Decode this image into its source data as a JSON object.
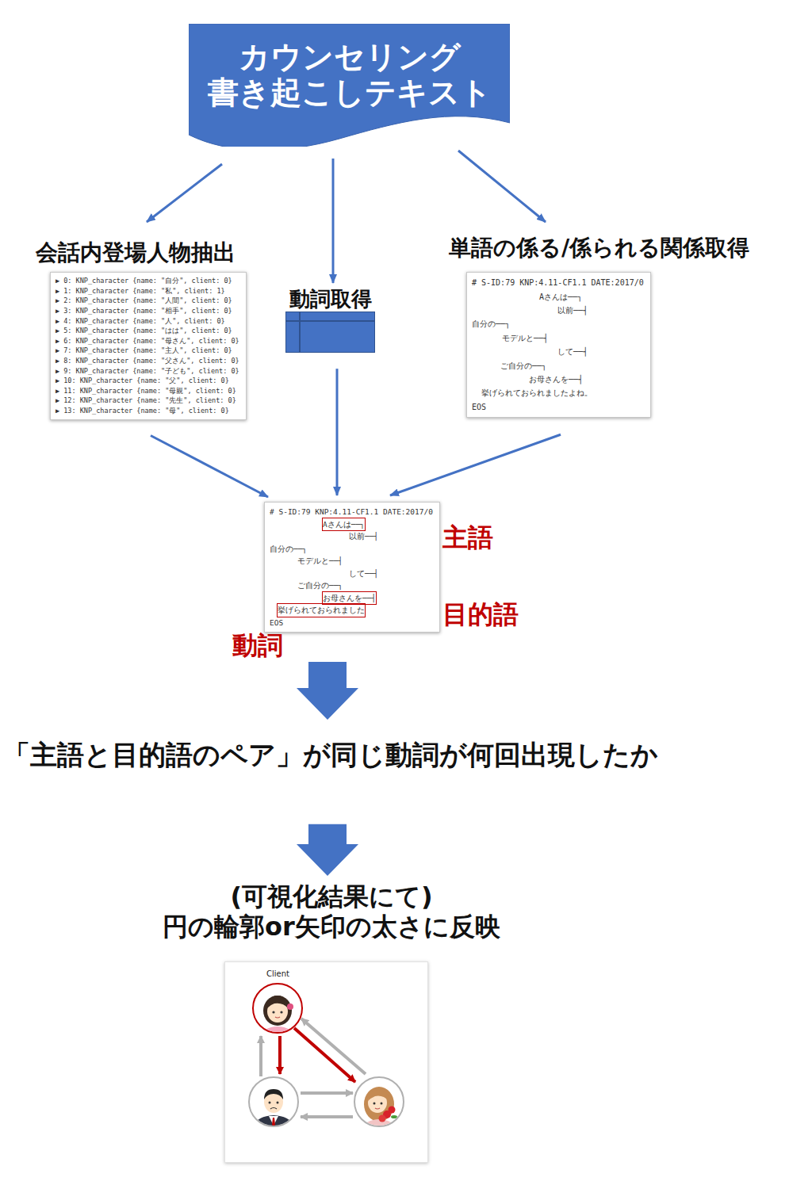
{
  "diagram": {
    "nodes": [
      {
        "text": [
          "カウンセリング 書き起こしテキスト"
        ]
      },
      {
        "text": [
          "会話内登場人物抽出",
          "▶ 0: KNP_character {name: \"自分\", client: 0}",
          "▶ 1: KNP_character {name: \"私\", client: 1}",
          "▶ 2: KNP_character {name: \"人間\", client: 0}",
          "▶ 3: KNP_character {name: \"相手\", client: 0}",
          "▶ 4: KNP_character {name: \"人\", client: 0}",
          "▶ 5: KNP_character {name: \"はは\", client: 0}",
          "▶ 6: KNP_character {name: \"母さん\", client: 0}",
          "▶ 7: KNP_character {name: \"主人\", client: 0}",
          "▶ 8: KNP_character {name: \"父さん\", client: 0}",
          "▶ 9: KNP_character {name: \"子ども\", client: 0}",
          "▶ 10: KNP_character {name: \"父\", client: 0}",
          "▶ 11: KNP_character {name: \"母親\", client: 0}",
          "▶ 12: KNP_character {name: \"先生\", client: 0}",
          "▶ 13: KNP_character {name: \"母\", client: 0}"
        ]
      },
      {
        "text": [
          "動詞取得"
        ]
      },
      {
        "text": [
          "単語の係る/係られる関係取得",
          "# S-ID:79 KNP:4.11-CF1.1 DATE:2017/0",
          "Aさんは──┐",
          "以前──┤",
          "自分の──┐",
          "モデルと──┤",
          "して──┤",
          "ご自分の──┐",
          "お母さんを──┤",
          "挙げられておられましたよね。",
          "EOS"
        ]
      },
      {
        "text": [
          "# S-ID:79 KNP:4.11-CF1.1 DATE:2017/0",
          "Aさんは──┐",
          "以前──┤",
          "自分の──┐",
          "モデルと──┤",
          "して──┤",
          "ご自分の──┐",
          "お母さんを──┤",
          "挙げられておられました",
          "EOS"
        ]
      },
      {
        "text": [
          "「主語と目的語のペア」が同じ動詞が何回出現したか"
        ]
      },
      {
        "text": [
          "(可視化結果にて) 円の輪郭or矢印の太さに反映"
        ]
      },
      {
        "text": [
          "Client"
        ]
      }
    ],
    "edges": [
      {
        "from": 0,
        "to": 1,
        "arrow": "to"
      },
      {
        "from": 0,
        "to": 2,
        "arrow": "to"
      },
      {
        "from": 0,
        "to": 3,
        "arrow": "to"
      },
      {
        "from": 1,
        "to": 4,
        "arrow": "to"
      },
      {
        "from": 2,
        "to": 4,
        "arrow": "to"
      },
      {
        "from": 3,
        "to": 4,
        "arrow": "to"
      },
      {
        "from": 4,
        "to": 5,
        "arrow": "to"
      },
      {
        "from": 5,
        "to": 6,
        "arrow": "to"
      }
    ],
    "labels": [
      "主語",
      "目的語",
      "動詞"
    ]
  }
}
